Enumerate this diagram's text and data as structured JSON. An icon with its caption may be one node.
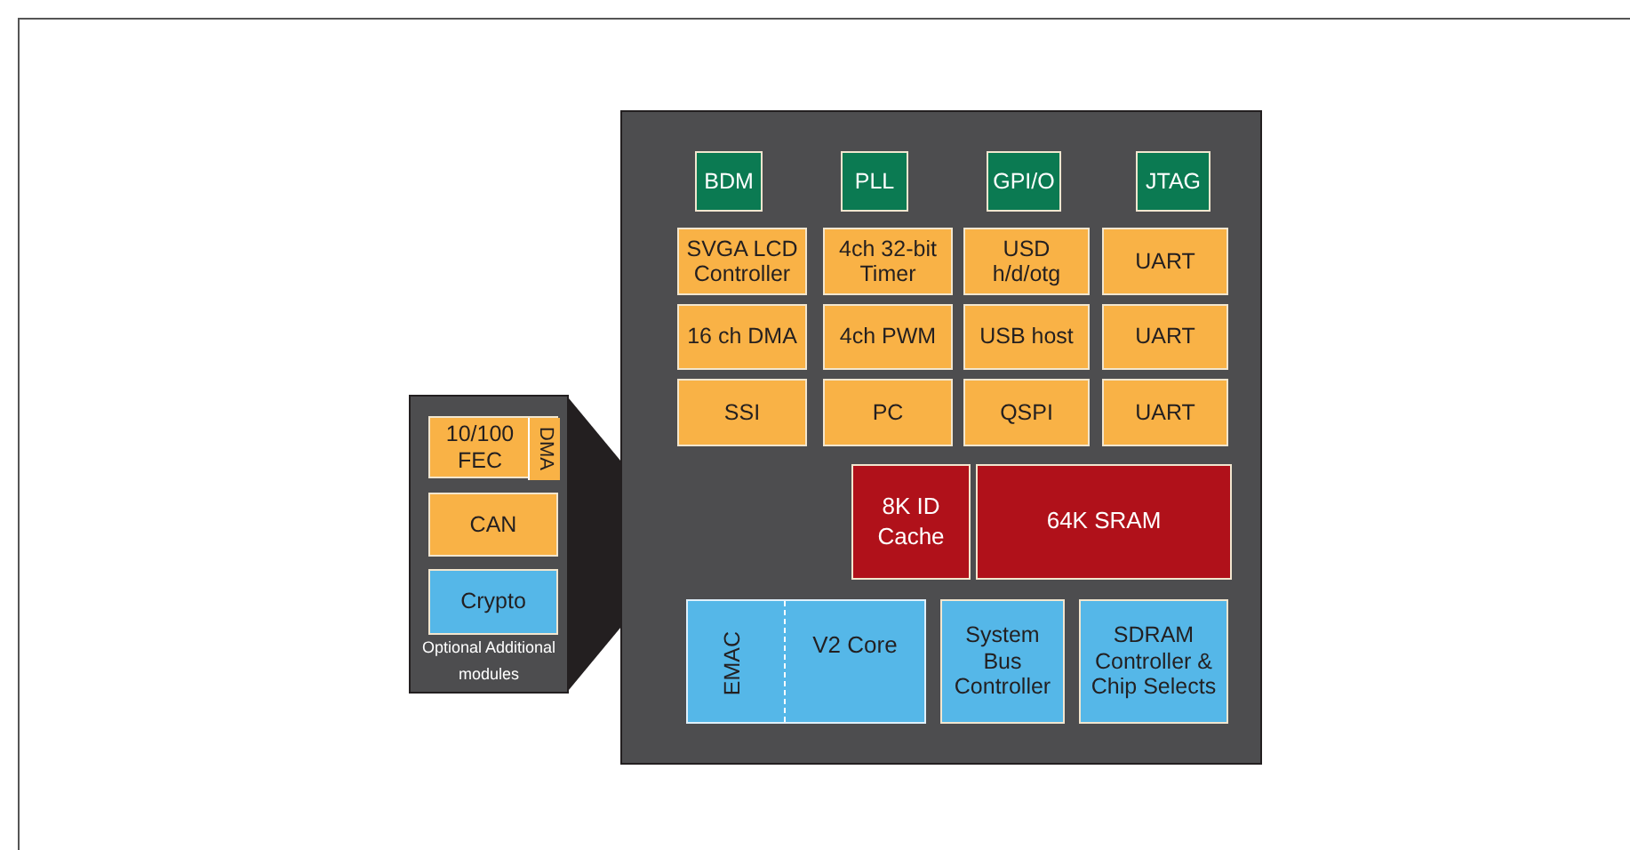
{
  "diagram": {
    "nodes": [
      {
        "text": [],
        "shape": "box"
      },
      {
        "text": [
          "BDM"
        ],
        "in": 0
      },
      {
        "text": [
          "PLL"
        ],
        "in": 0
      },
      {
        "text": [
          "GPI/O"
        ],
        "in": 0
      },
      {
        "text": [
          "JTAG"
        ],
        "in": 0
      },
      {
        "text": [
          "SVGA LCD Controller"
        ],
        "in": 0
      },
      {
        "text": [
          "4ch 32-bit Timer"
        ],
        "in": 0
      },
      {
        "text": [
          "USD h/d/otg"
        ],
        "in": 0
      },
      {
        "text": [
          "UART"
        ],
        "in": 0
      },
      {
        "text": [
          "16 ch DMA"
        ],
        "in": 0
      },
      {
        "text": [
          "4ch PWM"
        ],
        "in": 0
      },
      {
        "text": [
          "USB host"
        ],
        "in": 0
      },
      {
        "text": [
          "UART"
        ],
        "in": 0
      },
      {
        "text": [
          "SSI"
        ],
        "in": 0
      },
      {
        "text": [
          "PC"
        ],
        "in": 0
      },
      {
        "text": [
          "QSPI"
        ],
        "in": 0
      },
      {
        "text": [
          "UART"
        ],
        "in": 0
      },
      {
        "text": [
          "8K ID Cache"
        ],
        "in": 0
      },
      {
        "text": [
          "64K SRAM"
        ],
        "in": 0
      },
      {
        "text": [
          "EMAC",
          "V2 Core"
        ],
        "in": 0
      },
      {
        "text": [
          "System Bus Controller"
        ],
        "in": 0
      },
      {
        "text": [
          "SDRAM Controller & Chip Selects"
        ],
        "in": 0
      },
      {
        "text": [
          "Optional Additional modules"
        ]
      },
      {
        "text": [
          "10/100 FEC"
        ],
        "in": 22
      },
      {
        "text": [
          "DMA"
        ],
        "in": 23
      },
      {
        "text": [
          "CAN"
        ],
        "in": 22
      },
      {
        "text": [
          "Crypto"
        ],
        "in": 22
      }
    ],
    "edges": [
      {
        "from": 22,
        "to": 0,
        "arrow": "to"
      }
    ]
  }
}
